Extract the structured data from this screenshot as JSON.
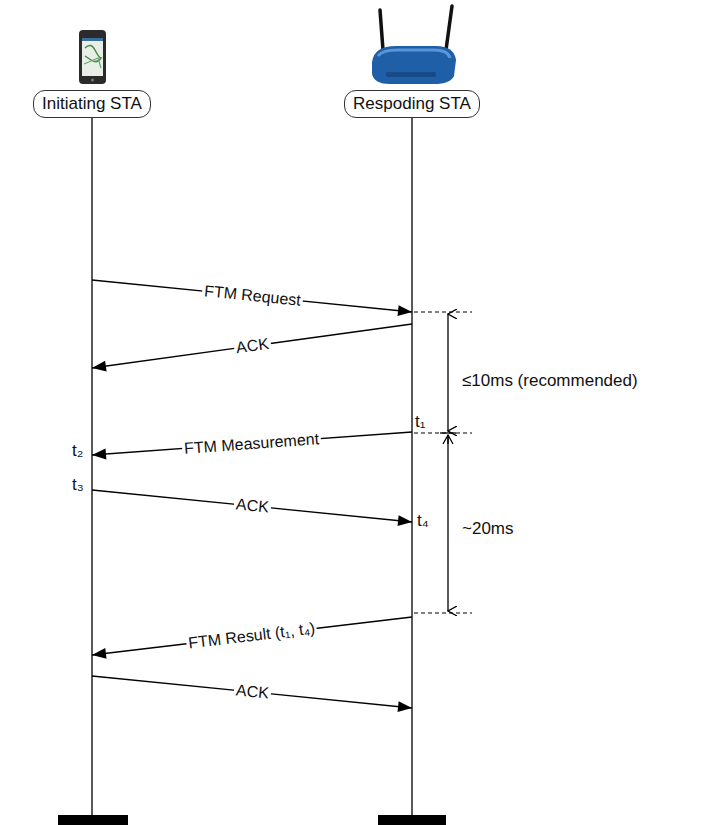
{
  "diagram": {
    "nodes": [
      {
        "text": [
          "Initiating STA"
        ]
      },
      {
        "text": [
          "Respoding STA"
        ]
      }
    ],
    "edges": [
      {
        "from": 0,
        "to": 1,
        "arrow": "to",
        "label": "FTM Request"
      },
      {
        "from": 1,
        "to": 0,
        "arrow": "to",
        "label": "ACK"
      },
      {
        "from": 1,
        "to": 0,
        "arrow": "to",
        "label": "FTM Measurement"
      },
      {
        "from": 0,
        "to": 1,
        "arrow": "to",
        "label": "ACK"
      },
      {
        "from": 1,
        "to": 0,
        "arrow": "to",
        "label": "FTM Result (t₁, t₄)"
      },
      {
        "from": 0,
        "to": 1,
        "arrow": "to",
        "label": "ACK"
      }
    ],
    "labels": [
      "≤10ms (recommended)",
      "~20ms",
      "t₁",
      "t₂",
      "t₃",
      "t₄"
    ]
  }
}
